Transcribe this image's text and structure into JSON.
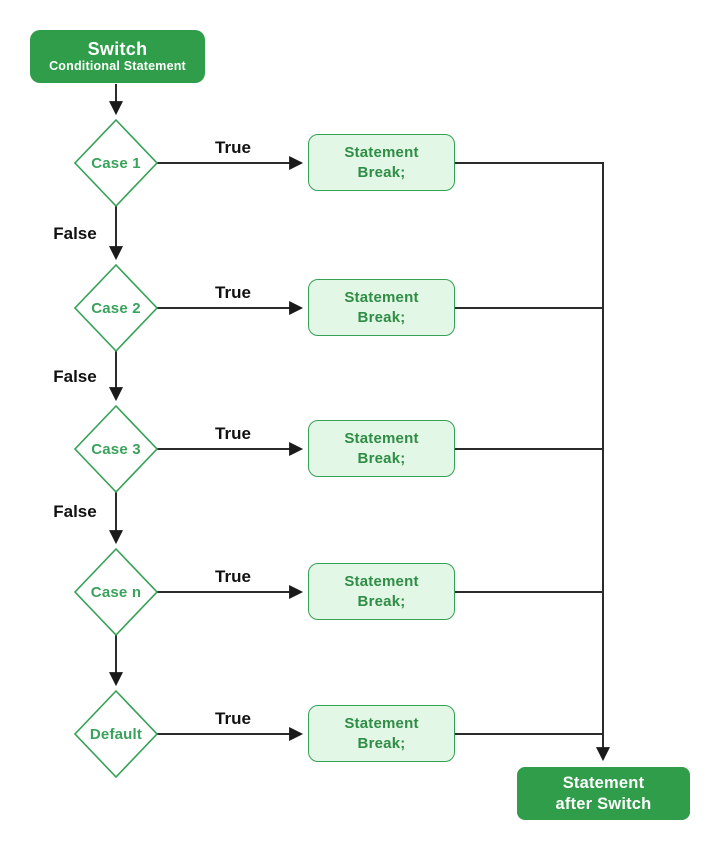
{
  "colors": {
    "dark_green": "#2f9d49",
    "light_fill": "#e2f7e5",
    "green_border": "#35a155",
    "green_text": "#2f8d46",
    "case_text": "#3ba25c",
    "line": "#2b2b2b",
    "label_text": "#111111"
  },
  "start_box": {
    "title": "Switch",
    "subtitle": "Conditional Statement"
  },
  "rows": [
    {
      "case": "Case 1",
      "branch": "True",
      "stmt1": "Statement",
      "stmt2": "Break;"
    },
    {
      "case": "Case 2",
      "branch": "True",
      "stmt1": "Statement",
      "stmt2": "Break;"
    },
    {
      "case": "Case 3",
      "branch": "True",
      "stmt1": "Statement",
      "stmt2": "Break;"
    },
    {
      "case": "Case n",
      "branch": "True",
      "stmt1": "Statement",
      "stmt2": "Break;"
    },
    {
      "case": "Default",
      "branch": "True",
      "stmt1": "Statement",
      "stmt2": "Break;"
    }
  ],
  "false_labels": [
    "False",
    "False",
    "False"
  ],
  "end_box": {
    "line1": "Statement",
    "line2": "after Switch"
  }
}
